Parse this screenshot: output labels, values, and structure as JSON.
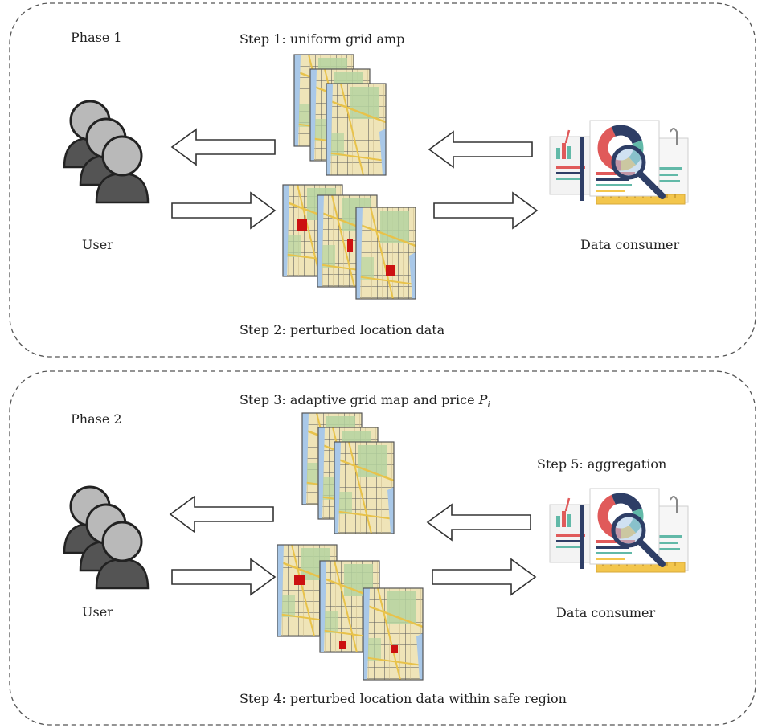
{
  "phases": [
    {
      "title": "Phase 1",
      "top_caption": "Step 1: uniform grid amp",
      "bottom_caption": "Step 2: perturbed location data",
      "left_label": "User",
      "right_label": "Data consumer"
    },
    {
      "title": "Phase 2",
      "top_caption": "Step 3: adaptive grid map and price",
      "price_symbol": "P",
      "price_subscript": "i",
      "right_caption": "Step 5: aggregation",
      "bottom_caption": "Step 4: perturbed location data within safe region",
      "left_label": "User",
      "right_label": "Data consumer"
    }
  ],
  "icons": {
    "user": "users-group-icon",
    "consumer": "data-report-magnifier-icon",
    "map": "grid-map-icon"
  },
  "colors": {
    "frame": "#555555",
    "user_light": "#b9b9b9",
    "user_dark": "#545454",
    "map_bg": "#efe4b8",
    "map_green": "#b5d4a0",
    "map_grid": "#555555",
    "map_road": "#e8c24a",
    "map_water": "#a9c8e8",
    "highlight": "#cc1111",
    "chart_red": "#e05a5a",
    "chart_navy": "#2e3e66",
    "chart_teal": "#62b9a8",
    "chart_yellow": "#f3c64c"
  }
}
